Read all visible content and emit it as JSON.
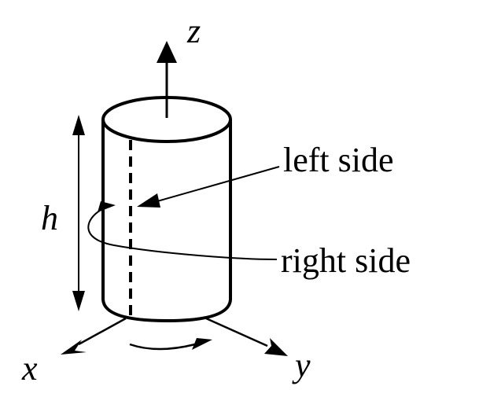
{
  "labels": {
    "z_axis": "z",
    "x_axis": "x",
    "y_axis": "y",
    "height": "h",
    "left_side": "left side",
    "right_side": "right side"
  },
  "colors": {
    "stroke": "#000000",
    "background": "#ffffff"
  }
}
